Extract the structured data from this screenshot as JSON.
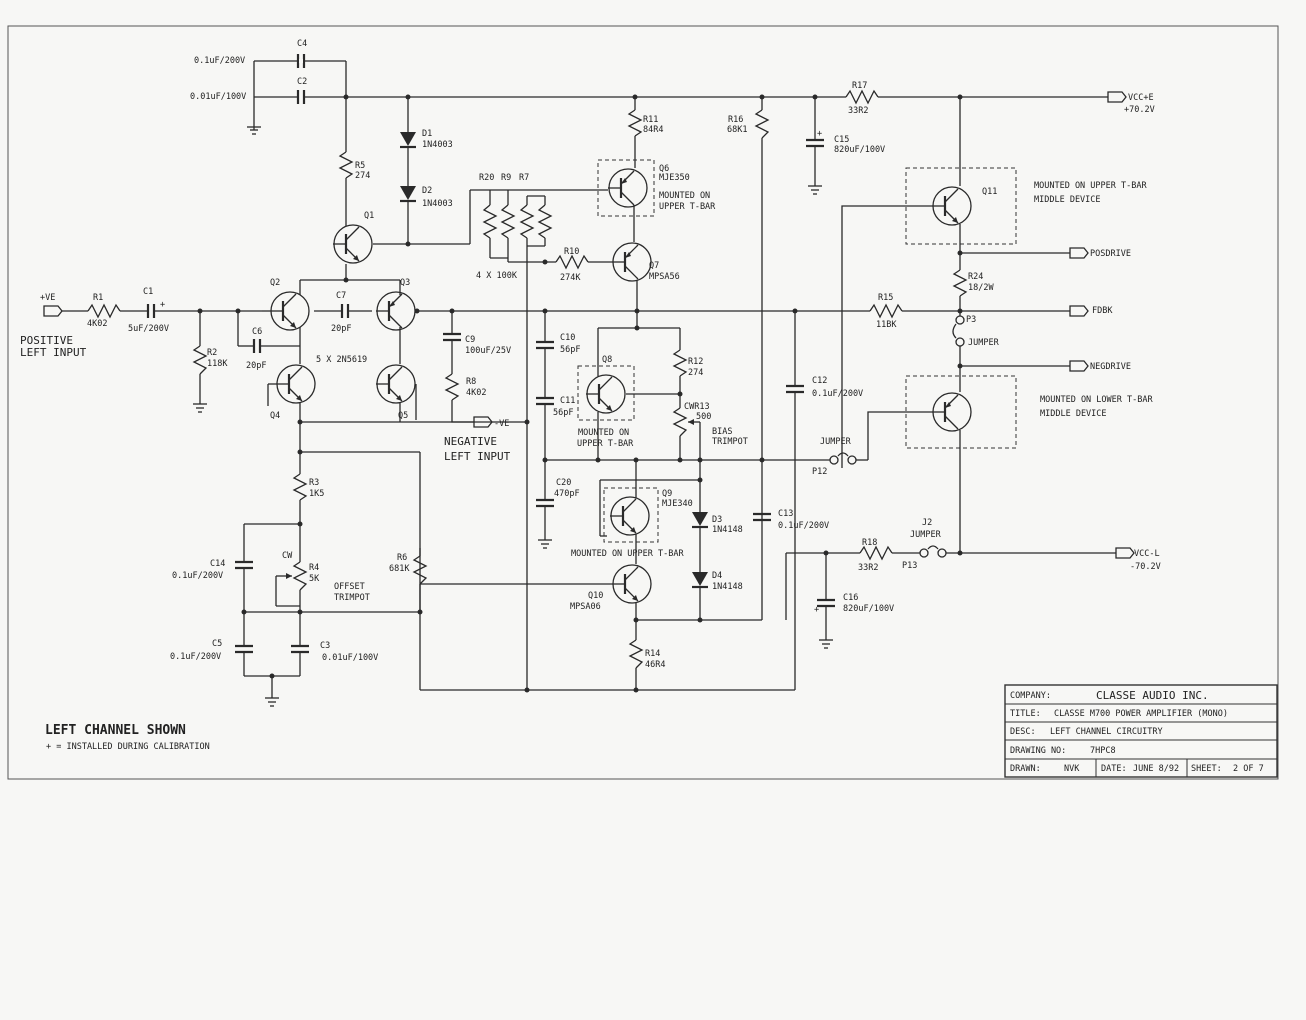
{
  "supply": {
    "vcc_pos_net": "VCC+E",
    "vcc_pos_v": "+70.2V",
    "vcc_neg_net": "VCC-L",
    "vcc_neg_v": "-70.2V"
  },
  "outputs": {
    "posdrive": "POSDRIVE",
    "fdbk": "FDBK",
    "negdrive": "NEGDRIVE"
  },
  "inputs": {
    "pos_tag": "+VE",
    "pos_label_1": "POSITIVE",
    "pos_label_2": "LEFT INPUT",
    "neg_tag": "-VE",
    "neg_label_1": "NEGATIVE",
    "neg_label_2": "LEFT INPUT"
  },
  "components": {
    "c4": {
      "ref": "C4",
      "val": "0.1uF/200V"
    },
    "c2": {
      "ref": "C2",
      "val": "0.01uF/100V"
    },
    "r5": {
      "ref": "R5",
      "val": "274"
    },
    "d1": {
      "ref": "D1",
      "val": "1N4003"
    },
    "d2": {
      "ref": "D2",
      "val": "1N4003"
    },
    "q1": {
      "ref": "Q1"
    },
    "r20": {
      "ref": "R20"
    },
    "r9": {
      "ref": "R9"
    },
    "r7": {
      "ref": "R7"
    },
    "r_array": {
      "val": "4 X 100K"
    },
    "r10": {
      "ref": "R10",
      "val": "274K"
    },
    "r11": {
      "ref": "R11",
      "val": "84R4"
    },
    "q6": {
      "ref": "Q6",
      "val": "MJE350",
      "note_1": "MOUNTED ON",
      "note_2": "UPPER T-BAR"
    },
    "q7": {
      "ref": "Q7",
      "val": "MPSA56"
    },
    "r16": {
      "ref": "R16",
      "val": "68K1"
    },
    "r17": {
      "ref": "R17",
      "val": "33R2"
    },
    "c15": {
      "ref": "C15",
      "val": "820uF/100V",
      "pol": "+"
    },
    "q11": {
      "ref": "Q11",
      "note_1": "MOUNTED ON UPPER T-BAR",
      "note_2": "MIDDLE DEVICE"
    },
    "r24": {
      "ref": "R24",
      "val": "18/2W"
    },
    "p3": {
      "ref": "P3",
      "val": "JUMPER"
    },
    "r15": {
      "ref": "R15",
      "val": "11BK"
    },
    "q12": {
      "note_1": "MOUNTED ON LOWER T-BAR",
      "note_2": "MIDDLE DEVICE"
    },
    "r1": {
      "ref": "R1",
      "val": "4K02"
    },
    "c1": {
      "ref": "C1",
      "val": "5uF/200V",
      "pol": "+"
    },
    "r2": {
      "ref": "R2",
      "val": "118K"
    },
    "q2": {
      "ref": "Q2"
    },
    "q3": {
      "ref": "Q3"
    },
    "q4": {
      "ref": "Q4"
    },
    "q5": {
      "ref": "Q5"
    },
    "c7": {
      "ref": "C7",
      "val": "20pF"
    },
    "c6": {
      "ref": "C6",
      "val": "20pF"
    },
    "q_note": {
      "val": "5 X 2N5619"
    },
    "c9": {
      "ref": "C9",
      "val": "100uF/25V"
    },
    "r8": {
      "ref": "R8",
      "val": "4K02"
    },
    "c10": {
      "ref": "C10",
      "val": "56pF"
    },
    "c11": {
      "ref": "C11",
      "val": "56pF"
    },
    "q8": {
      "ref": "Q8",
      "note_1": "MOUNTED ON",
      "note_2": "UPPER T-BAR"
    },
    "r12": {
      "ref": "R12",
      "val": "274"
    },
    "r13": {
      "ref": "CWR13",
      "val": "500",
      "note_1": "BIAS",
      "note_2": "TRIMPOT"
    },
    "c12": {
      "ref": "C12",
      "val": "0.1uF/200V"
    },
    "p12": {
      "ref": "P12",
      "val": "JUMPER"
    },
    "c20": {
      "ref": "C20",
      "val": "470pF"
    },
    "q9": {
      "ref": "Q9",
      "val": "MJE340",
      "note": "MOUNTED ON UPPER T-BAR"
    },
    "d3": {
      "ref": "D3",
      "val": "1N4148"
    },
    "d4": {
      "ref": "D4",
      "val": "1N4148"
    },
    "c13": {
      "ref": "C13",
      "val": "0.1uF/200V"
    },
    "q10": {
      "ref": "Q10",
      "val": "MPSA06"
    },
    "r14": {
      "ref": "R14",
      "val": "46R4"
    },
    "r18": {
      "ref": "R18",
      "val": "33R2"
    },
    "j2": {
      "ref": "J2",
      "val": "JUMPER",
      "pin": "P13"
    },
    "c16": {
      "ref": "C16",
      "val": "820uF/100V",
      "pol": "+"
    },
    "r3": {
      "ref": "R3",
      "val": "1K5"
    },
    "r4": {
      "ref": "R4",
      "val": "5K",
      "cw": "CW",
      "note_1": "OFFSET",
      "note_2": "TRIMPOT"
    },
    "r6": {
      "ref": "R6",
      "val": "681K"
    },
    "c14": {
      "ref": "C14",
      "val": "0.1uF/200V"
    },
    "c5": {
      "ref": "C5",
      "val": "0.1uF/200V"
    },
    "c3": {
      "ref": "C3",
      "val": "0.01uF/100V"
    }
  },
  "notes": {
    "channel": "LEFT CHANNEL SHOWN",
    "calibration": "+ = INSTALLED DURING CALIBRATION"
  },
  "title_block": {
    "company_label": "COMPANY:",
    "company": "CLASSE AUDIO INC.",
    "title_label": "TITLE:",
    "title": "CLASSE M700 POWER AMPLIFIER (MONO)",
    "desc_label": "DESC:",
    "desc": "LEFT CHANNEL CIRCUITRY",
    "drawing_label": "DRAWING NO:",
    "drawing": "7HPC8",
    "drawn_label": "DRAWN:",
    "drawn": "NVK",
    "date_label": "DATE:",
    "date": "JUNE 8/92",
    "sheet_label": "SHEET:",
    "sheet": "2 OF 7"
  }
}
